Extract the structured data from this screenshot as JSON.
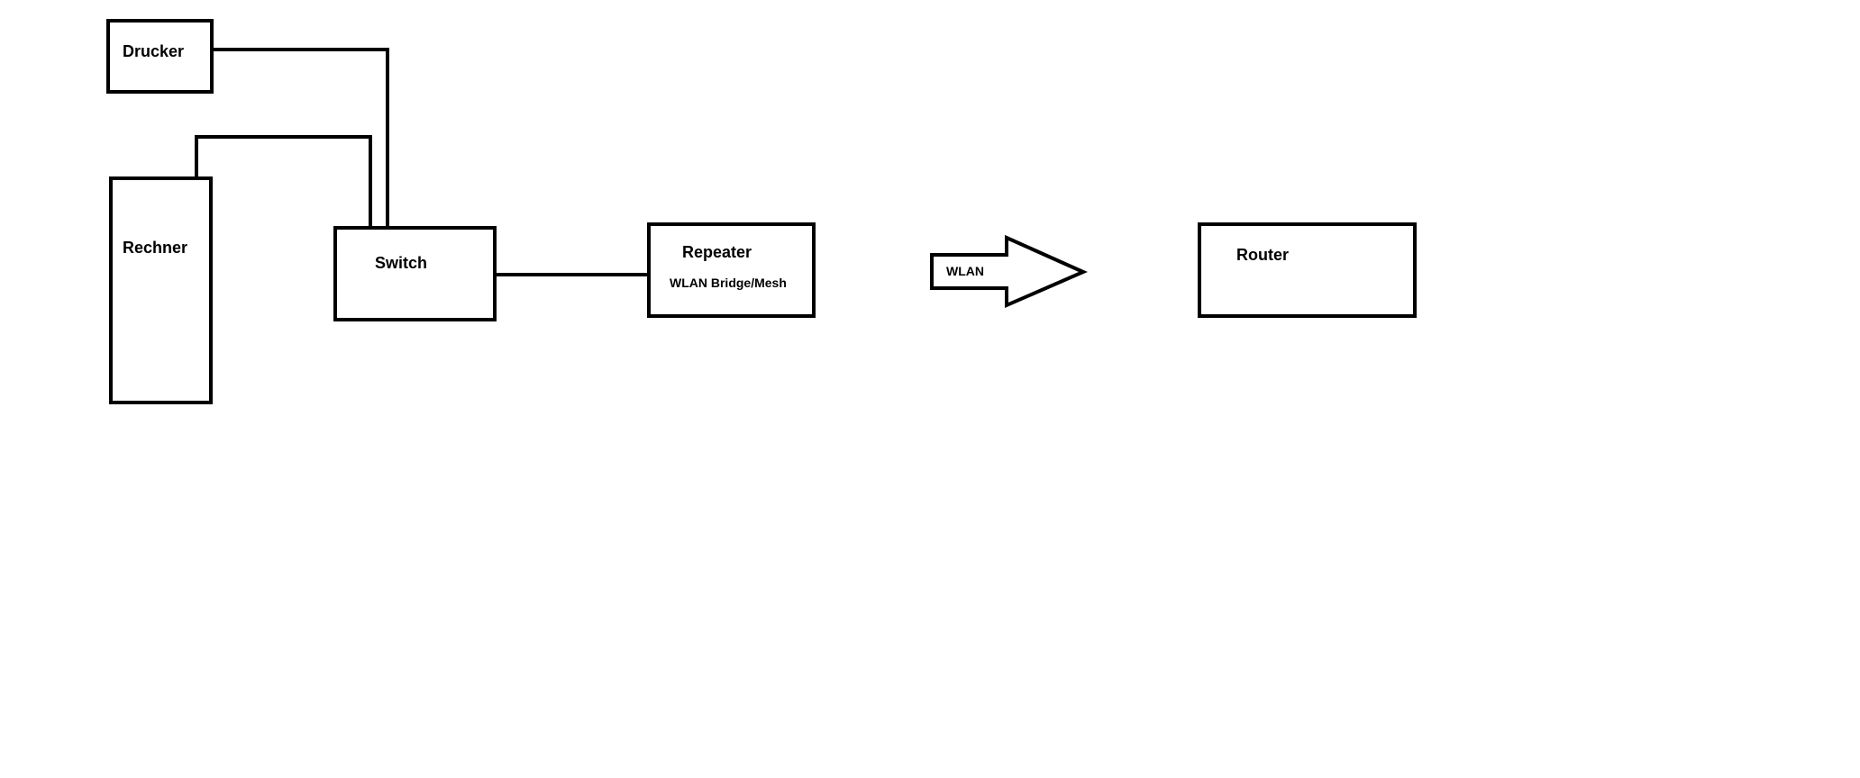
{
  "diagram": {
    "nodes": {
      "drucker": {
        "label": "Drucker"
      },
      "rechner": {
        "label": "Rechner"
      },
      "switch": {
        "label": "Switch"
      },
      "repeater": {
        "label": "Repeater",
        "sublabel": "WLAN Bridge/Mesh"
      },
      "router": {
        "label": "Router"
      }
    },
    "connections": [
      {
        "from": "Drucker",
        "to": "Switch",
        "type": "cable"
      },
      {
        "from": "Rechner",
        "to": "Switch",
        "type": "cable"
      },
      {
        "from": "Switch",
        "to": "Repeater",
        "type": "cable"
      },
      {
        "from": "Repeater",
        "to": "Router",
        "type": "wireless"
      }
    ],
    "arrow": {
      "label": "WLAN"
    },
    "colors": {
      "stroke": "#000000",
      "background": "#ffffff"
    }
  }
}
